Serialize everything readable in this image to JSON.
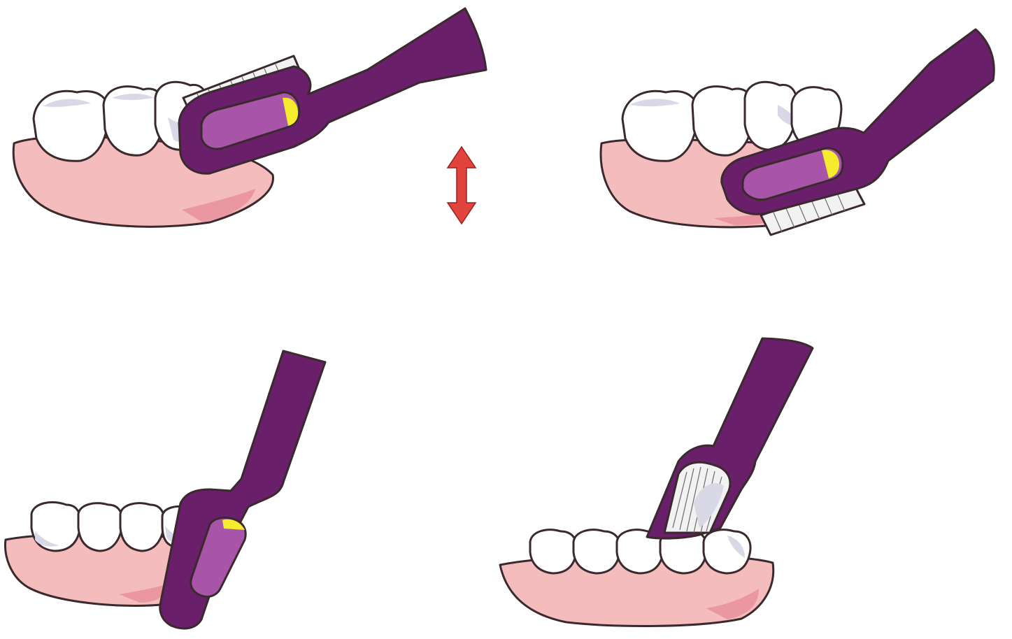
{
  "colors": {
    "gum": "#f4bcbc",
    "gum_shade": "#e88b98",
    "tooth": "#ffffff",
    "tooth_shadow": "#d9d8e6",
    "handle": "#6a1f6b",
    "head_inner": "#a854a8",
    "tip": "#f4ec2c",
    "bristle": "#f2f2f2",
    "arrow": "#e0443c",
    "arrow_outline": "#9e1e1e"
  },
  "panels": [
    {
      "name": "panel-outer-surface-brushing",
      "motion_indicator": "up-down-arrow"
    },
    {
      "name": "panel-inner-surface-brushing"
    },
    {
      "name": "panel-front-vertical-brushing"
    },
    {
      "name": "panel-chewing-surface-brushing"
    }
  ]
}
